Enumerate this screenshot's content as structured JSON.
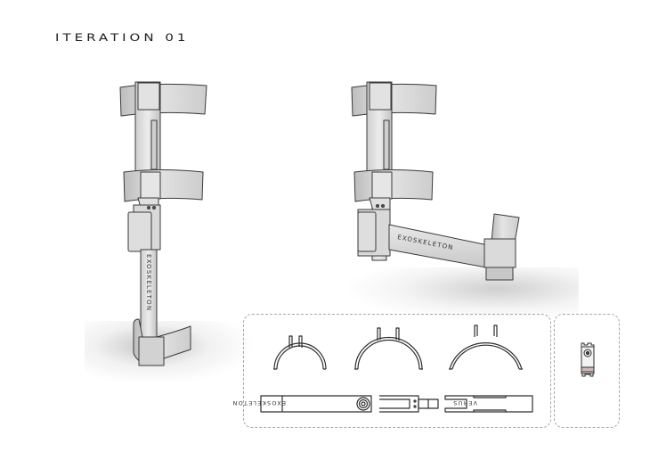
{
  "header": {
    "title": "ITERATION 01"
  },
  "render_views": [
    {
      "name": "front-view",
      "label": "EXOSKELETON",
      "orientation": "vertical"
    },
    {
      "name": "angled-view",
      "label": "EXOSKELETON",
      "orientation": "arm-extended"
    }
  ],
  "parts_panel": {
    "cuffs": [
      "small-cuff",
      "medium-cuff",
      "large-cuff"
    ],
    "bars": [
      {
        "name": "upper-bar",
        "label": "EXOSKELETON",
        "mirrored": true
      },
      {
        "name": "fork-joint"
      },
      {
        "name": "lower-bar",
        "label": "VERUS",
        "mirrored": true
      }
    ]
  },
  "servo_panel": {
    "component": "servo-motor"
  },
  "colors": {
    "background": "#ffffff",
    "part_fill": "#dcdcdc",
    "part_stroke": "#3a3a3a",
    "dashed_border": "#a8a8a8",
    "title": "#1e1e1e"
  }
}
